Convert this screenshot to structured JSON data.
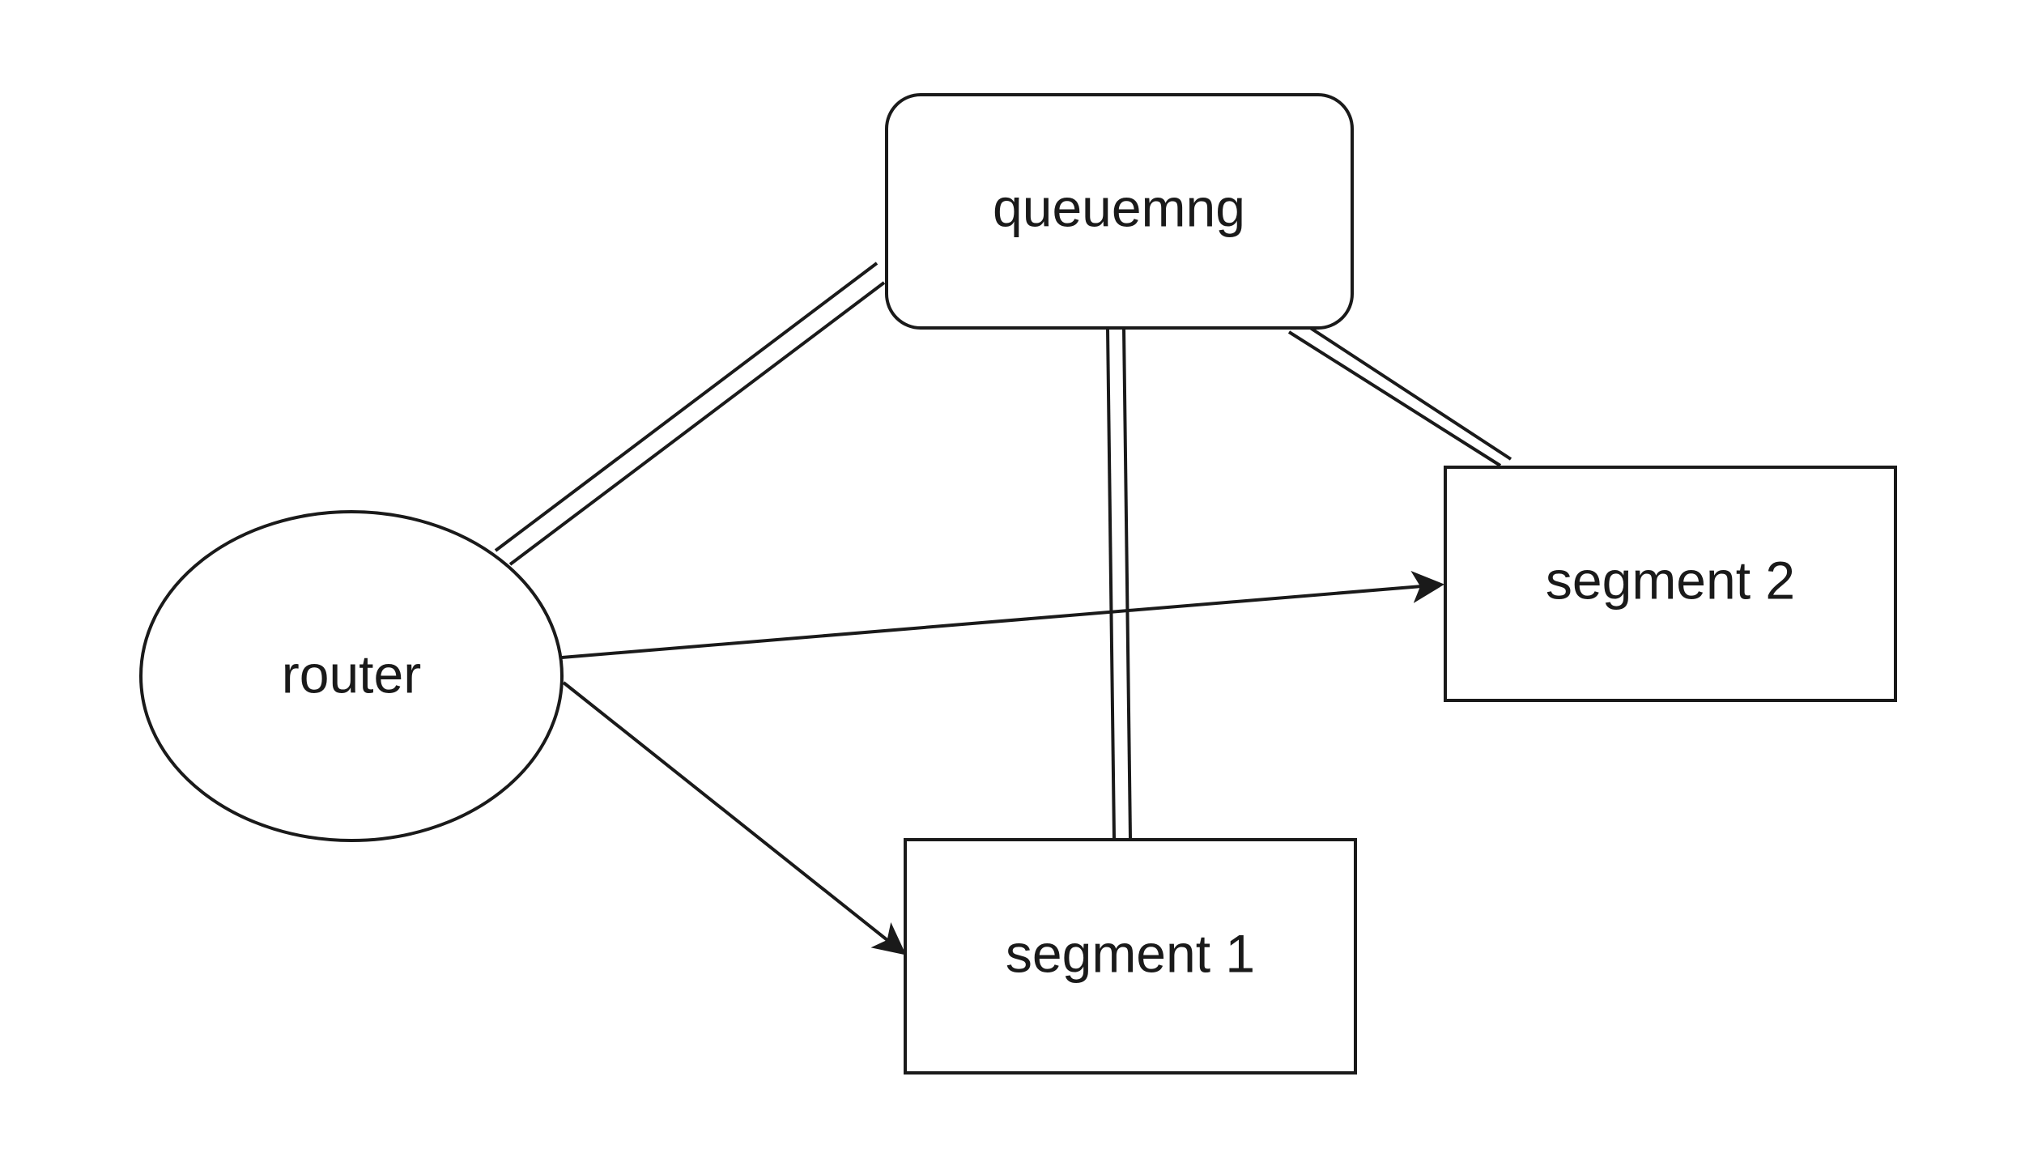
{
  "diagram": {
    "nodes": {
      "queuemng": {
        "label": "queuemng",
        "shape": "rounded-rectangle"
      },
      "router": {
        "label": "router",
        "shape": "ellipse"
      },
      "segment1": {
        "label": "segment 1",
        "shape": "rectangle"
      },
      "segment2": {
        "label": "segment 2",
        "shape": "rectangle"
      }
    },
    "edges": [
      {
        "from": "router",
        "to": "queuemng",
        "style": "double-line"
      },
      {
        "from": "queuemng",
        "to": "segment1",
        "style": "double-line"
      },
      {
        "from": "queuemng",
        "to": "segment2",
        "style": "double-line"
      },
      {
        "from": "router",
        "to": "segment2",
        "style": "arrow"
      },
      {
        "from": "router",
        "to": "segment1",
        "style": "arrow"
      }
    ]
  },
  "colors": {
    "stroke": "#1a1a1a",
    "fill": "#ffffff",
    "background": "#ffffff"
  }
}
